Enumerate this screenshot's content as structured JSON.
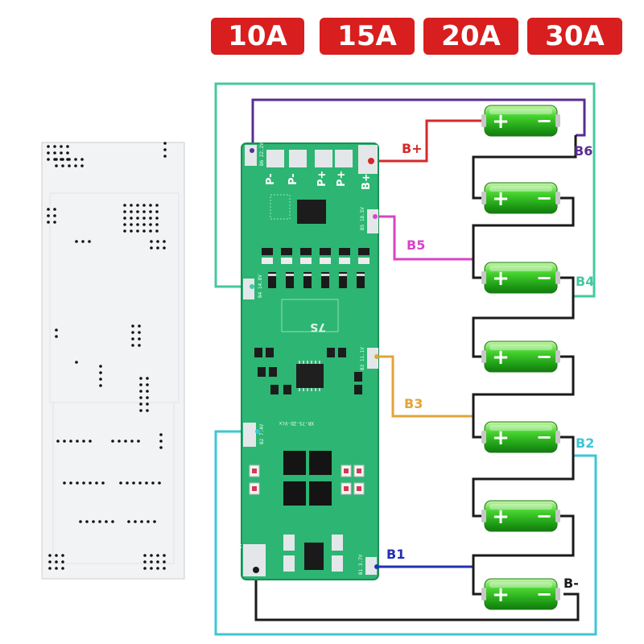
{
  "ratings": [
    "10A",
    "15A",
    "20A",
    "30A"
  ],
  "colors": {
    "badge": "#d81e1e",
    "pcb": "#2db573",
    "wire_black": "#1a1a1a",
    "b_plus": "#d42a2a",
    "b6": "#5a2d91",
    "b5": "#d844c6",
    "b4": "#45c8a0",
    "b3": "#e3a33a",
    "b2": "#3ec6d6",
    "b1": "#2230b4",
    "cell": "#3fcc2a"
  },
  "wires": {
    "b_plus": "B+",
    "b6": "B6",
    "b5": "B5",
    "b4": "B4",
    "b3": "B3",
    "b2": "B2",
    "b1": "B1",
    "b_minus": "B-"
  },
  "pcb": {
    "pads": [
      "P-",
      "P-",
      "P+",
      "P+",
      "B+"
    ],
    "model": "XR-7S-ZD-Vcx",
    "mark": "7S",
    "tap_b6": "B6 22.2V",
    "tap_b5": "B5 18.5V",
    "tap_b4": "B4 14.8V",
    "tap_b3": "B3 11.1V",
    "tap_b2": "B2 7.4V",
    "tap_b1": "B1 3.7V",
    "tap_b0": "0V"
  },
  "cell": {
    "plus": "+",
    "minus": "−"
  },
  "cell_count": 7
}
